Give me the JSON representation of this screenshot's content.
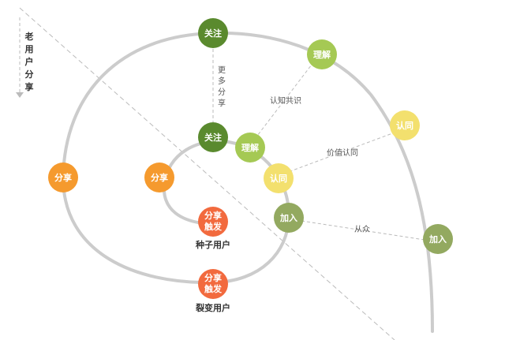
{
  "colors": {
    "dark_green": "#5A8A2E",
    "light_green": "#A5C954",
    "yellow": "#F3E06E",
    "olive": "#93A960",
    "orange": "#F59A2E",
    "red_orange": "#F26A3E",
    "spiral": "#CCCCCC",
    "dash": "#BBBBBB"
  },
  "side_label": {
    "chars": [
      "老",
      "用",
      "户",
      "分",
      "享"
    ]
  },
  "nodes": {
    "outer_follow": "关注",
    "outer_understand": "理解",
    "outer_recognize": "认同",
    "outer_join": "加入",
    "outer_share": "分享",
    "inner_follow": "关注",
    "inner_understand": "理解",
    "inner_recognize": "认同",
    "inner_join": "加入",
    "inner_share": "分享",
    "seed_trigger": [
      "分享",
      "触发"
    ],
    "fission_trigger": [
      "分享",
      "触发"
    ]
  },
  "captions": {
    "seed_users": "种子用户",
    "fission_users": "裂变用户"
  },
  "edge_labels": {
    "more_share": [
      "更",
      "多",
      "分",
      "享"
    ],
    "consensus": "认知共识",
    "value_recognition": "价值认同",
    "herd": "从众"
  }
}
